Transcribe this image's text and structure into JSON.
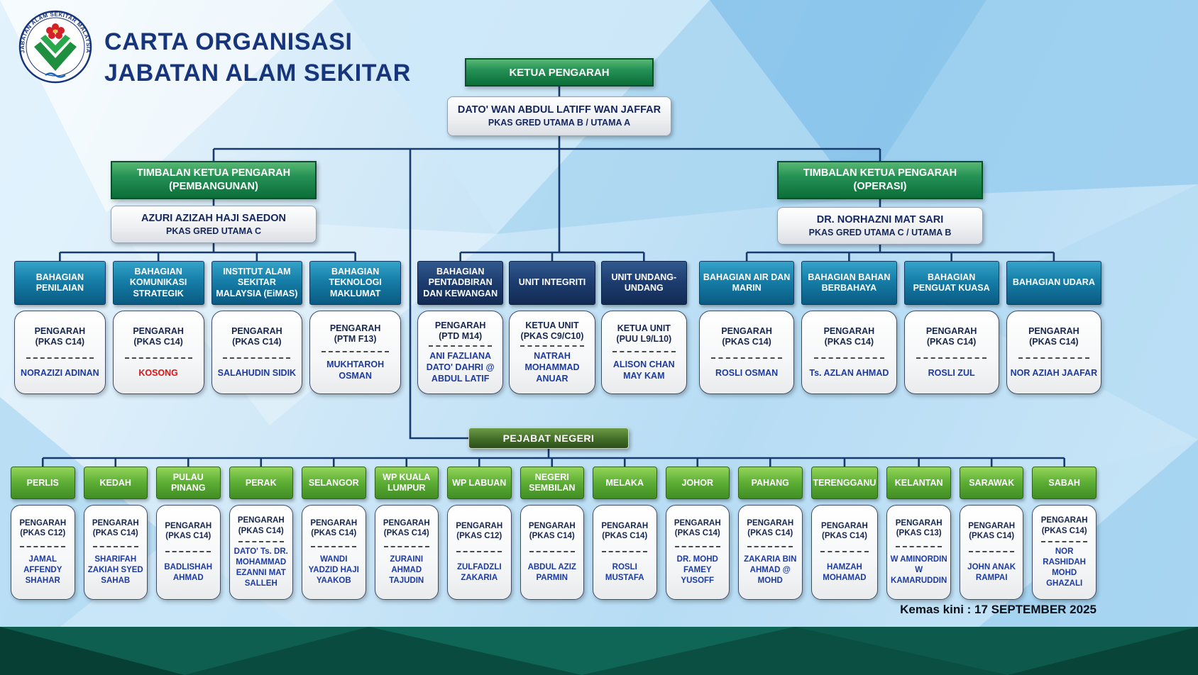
{
  "header": {
    "logo_text": "JABATAN ALAM SEKITAR MALAYSIA",
    "title_line1": "CARTA ORGANISASI",
    "title_line2": "JABATAN ALAM SEKITAR"
  },
  "director_general": {
    "post_title": "KETUA PENGARAH",
    "name": "DATO' WAN ABDUL LATIFF WAN JAFFAR",
    "grade": "PKAS GRED UTAMA B / UTAMA A"
  },
  "deputies": [
    {
      "post_title": "TIMBALAN KETUA PENGARAH",
      "post_subtitle": "(PEMBANGUNAN)",
      "name": "AZURI AZIZAH HAJI SAEDON",
      "grade": "PKAS GRED UTAMA C"
    },
    {
      "post_title": "TIMBALAN KETUA PENGARAH",
      "post_subtitle": "(OPERASI)",
      "name": "DR. NORHAZNI MAT SARI",
      "grade": "PKAS GRED UTAMA C / UTAMA B"
    }
  ],
  "divisions": [
    {
      "group": "left",
      "style": "teal",
      "title": "BAHAGIAN PENILAIAN",
      "post": "PENGARAH",
      "grade": "(PKAS C14)",
      "officer": "NORAZIZI ADINAN"
    },
    {
      "group": "left",
      "style": "teal",
      "title": "BAHAGIAN KOMUNIKASI STRATEGIK",
      "post": "PENGARAH",
      "grade": "(PKAS C14)",
      "officer": "KOSONG",
      "vacant": true
    },
    {
      "group": "left",
      "style": "teal",
      "title": "INSTITUT ALAM SEKITAR MALAYSIA (EiMAS)",
      "post": "PENGARAH",
      "grade": "(PKAS C14)",
      "officer": "SALAHUDIN SIDIK"
    },
    {
      "group": "left",
      "style": "teal",
      "title": "BAHAGIAN TEKNOLOGI MAKLUMAT",
      "post": "PENGARAH",
      "grade": "(PTM F13)",
      "officer": "MUKHTAROH OSMAN"
    },
    {
      "group": "center",
      "style": "navy",
      "title": "BAHAGIAN PENTADBIRAN DAN KEWANGAN",
      "post": "PENGARAH",
      "grade": "(PTD M14)",
      "officer": "ANI FAZLIANA DATO' DAHRI @ ABDUL LATIF"
    },
    {
      "group": "center",
      "style": "navy",
      "title": "UNIT INTEGRITI",
      "post": "KETUA UNIT",
      "grade": "(PKAS C9/C10)",
      "officer": "NATRAH MOHAMMAD ANUAR"
    },
    {
      "group": "center",
      "style": "navy",
      "title": "UNIT UNDANG-UNDANG",
      "post": "KETUA UNIT",
      "grade": "(PUU L9/L10)",
      "officer": "ALISON CHAN MAY KAM"
    },
    {
      "group": "right",
      "style": "teal",
      "title": "BAHAGIAN AIR DAN MARIN",
      "post": "PENGARAH",
      "grade": "(PKAS C14)",
      "officer": "ROSLI OSMAN"
    },
    {
      "group": "right",
      "style": "teal",
      "title": "BAHAGIAN BAHAN BERBAHAYA",
      "post": "PENGARAH",
      "grade": "(PKAS C14)",
      "officer": "Ts. AZLAN AHMAD"
    },
    {
      "group": "right",
      "style": "teal",
      "title": "BAHAGIAN PENGUAT KUASA",
      "post": "PENGARAH",
      "grade": "(PKAS C14)",
      "officer": "ROSLI ZUL"
    },
    {
      "group": "right",
      "style": "teal",
      "title": "BAHAGIAN UDARA",
      "post": "PENGARAH",
      "grade": "(PKAS C14)",
      "officer": "NOR AZIAH JAAFAR"
    }
  ],
  "state_offices": {
    "label": "PEJABAT NEGERI",
    "states": [
      {
        "name": "PERLIS",
        "post": "PENGARAH",
        "grade": "(PKAS C12)",
        "officer": "JAMAL AFFENDY SHAHAR"
      },
      {
        "name": "KEDAH",
        "post": "PENGARAH",
        "grade": "(PKAS C14)",
        "officer": "SHARIFAH ZAKIAH SYED SAHAB"
      },
      {
        "name": "PULAU PINANG",
        "post": "PENGARAH",
        "grade": "(PKAS C14)",
        "officer": "BADLISHAH AHMAD"
      },
      {
        "name": "PERAK",
        "post": "PENGARAH",
        "grade": "(PKAS C14)",
        "officer": "DATO' Ts. DR. MOHAMMAD EZANNI MAT SALLEH"
      },
      {
        "name": "SELANGOR",
        "post": "PENGARAH",
        "grade": "(PKAS C14)",
        "officer": "WANDI YADZID HAJI YAAKOB"
      },
      {
        "name": "WP KUALA LUMPUR",
        "post": "PENGARAH",
        "grade": "(PKAS C14)",
        "officer": "ZURAINI AHMAD TAJUDIN"
      },
      {
        "name": "WP LABUAN",
        "post": "PENGARAH",
        "grade": "(PKAS C12)",
        "officer": "ZULFADZLI ZAKARIA"
      },
      {
        "name": "NEGERI SEMBILAN",
        "post": "PENGARAH",
        "grade": "(PKAS C14)",
        "officer": "ABDUL AZIZ PARMIN"
      },
      {
        "name": "MELAKA",
        "post": "PENGARAH",
        "grade": "(PKAS C14)",
        "officer": "ROSLI MUSTAFA"
      },
      {
        "name": "JOHOR",
        "post": "PENGARAH",
        "grade": "(PKAS C14)",
        "officer": "DR. MOHD FAMEY YUSOFF"
      },
      {
        "name": "PAHANG",
        "post": "PENGARAH",
        "grade": "(PKAS C14)",
        "officer": "ZAKARIA BIN AHMAD @ MOHD"
      },
      {
        "name": "TERENGGANU",
        "post": "PENGARAH",
        "grade": "(PKAS C14)",
        "officer": "HAMZAH MOHAMAD"
      },
      {
        "name": "KELANTAN",
        "post": "PENGARAH",
        "grade": "(PKAS C13)",
        "officer": "W AMINORDIN W KAMARUDDIN"
      },
      {
        "name": "SARAWAK",
        "post": "PENGARAH",
        "grade": "(PKAS C14)",
        "officer": "JOHN ANAK RAMPAI"
      },
      {
        "name": "SABAH",
        "post": "PENGARAH",
        "grade": "(PKAS C14)",
        "officer": "NOR RASHIDAH MOHD GHAZALI"
      }
    ]
  },
  "footer": {
    "updated": "Kemas kini : 17 SEPTEMBER 2025"
  },
  "colors": {
    "title_navy": "#17357c",
    "green_box": "#0a6e38",
    "teal_header": "#0e6d96",
    "navy_header": "#1c3e6e",
    "state_green": "#5cad35",
    "pejabat_negeri_green": "#45702a",
    "officer_blue": "#1c3ba2",
    "vacant_red": "#e31212",
    "connector": "#173a6f",
    "footer_band": "#0d5349"
  }
}
